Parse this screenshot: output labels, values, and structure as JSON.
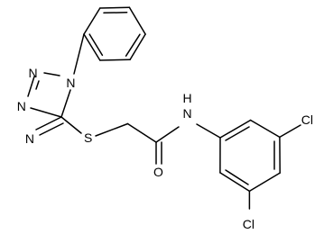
{
  "atom_labels": {
    "n1": "N",
    "n2": "N",
    "n3": "N",
    "n4": "N",
    "s": "S",
    "nh": "N",
    "h": "H",
    "o": "O",
    "cl1": "Cl",
    "cl2": "Cl"
  },
  "colors": {
    "ink": "#000000",
    "background": "#ffffff"
  }
}
